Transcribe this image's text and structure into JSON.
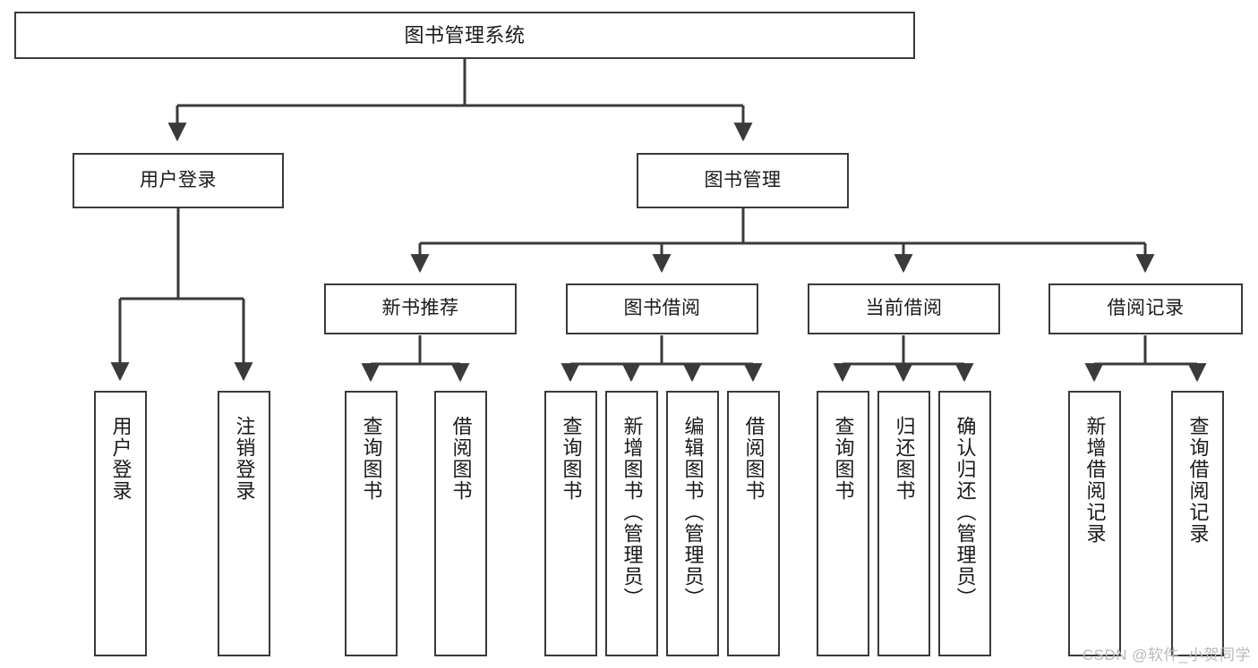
{
  "diagram": {
    "title": "图书管理系统",
    "type": "功能结构图",
    "colors": {
      "stroke": "#3a3a3a",
      "fill": "#ffffff",
      "text": "#1a1a1a",
      "watermark": "#b9b9b9"
    },
    "root": {
      "label": "图书管理系统"
    },
    "level2": [
      {
        "label": "用户登录"
      },
      {
        "label": "图书管理"
      }
    ],
    "level3": [
      {
        "label": "新书推荐"
      },
      {
        "label": "图书借阅"
      },
      {
        "label": "当前借阅"
      },
      {
        "label": "借阅记录"
      }
    ],
    "leaves": {
      "user_login": [
        {
          "label": "用户登录"
        },
        {
          "label": "注销登录"
        }
      ],
      "new_book_recommend": [
        {
          "label": "查询图书"
        },
        {
          "label": "借阅图书"
        }
      ],
      "book_borrow": [
        {
          "label": "查询图书"
        },
        {
          "label": "新增图书（管理员）"
        },
        {
          "label": "编辑图书（管理员）"
        },
        {
          "label": "借阅图书"
        }
      ],
      "current_borrow": [
        {
          "label": "查询图书"
        },
        {
          "label": "归还图书"
        },
        {
          "label": "确认归还（管理员）"
        }
      ],
      "borrow_record": [
        {
          "label": "新增借阅记录"
        },
        {
          "label": "查询借阅记录"
        }
      ]
    },
    "watermark": "CSDN @软件_小贺同学"
  }
}
